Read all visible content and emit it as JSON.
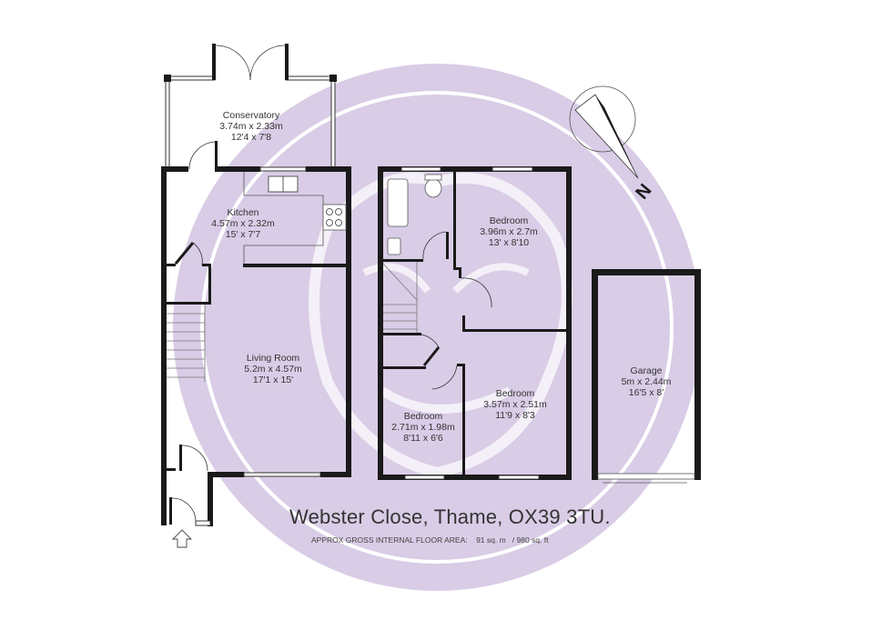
{
  "title": "Webster Close, Thame, OX39 3TU.",
  "floor_area": {
    "label": "APPROX GROSS INTERNAL FLOOR AREA:",
    "metric": "91 sq. m",
    "imperial": "/ 980 sq. ft"
  },
  "floor_area_text": "APPROX GROSS INTERNAL FLOOR AREA:   91 sq. m  / 980 sq. ft",
  "compass": {
    "icon": "north-arrow-icon",
    "label": "N"
  },
  "entrance_icon": "entrance-arrow-icon",
  "colors": {
    "wall": "#1a1a1a",
    "watermark": "#d9cce6",
    "text": "#333333",
    "background": "#ffffff"
  },
  "rooms": {
    "conservatory": {
      "name": "Conservatory",
      "metric": "3.74m x 2.33m",
      "imperial": "12'4 x 7'8"
    },
    "kitchen": {
      "name": "Kitchen",
      "metric": "4.57m x 2.32m",
      "imperial": "15' x 7'7"
    },
    "living_room": {
      "name": "Living Room",
      "metric": "5.2m x 4.57m",
      "imperial": "17'1 x 15'"
    },
    "bedroom_1": {
      "name": "Bedroom",
      "metric": "3.96m x 2.7m",
      "imperial": "13' x 8'10"
    },
    "bedroom_2": {
      "name": "Bedroom",
      "metric": "3.57m x 2.51m",
      "imperial": "11'9 x 8'3"
    },
    "bedroom_3": {
      "name": "Bedroom",
      "metric": "2.71m x 1.98m",
      "imperial": "8'11 x 6'6"
    },
    "garage": {
      "name": "Garage",
      "metric": "5m x 2.44m",
      "imperial": "16'5 x 8'"
    }
  }
}
